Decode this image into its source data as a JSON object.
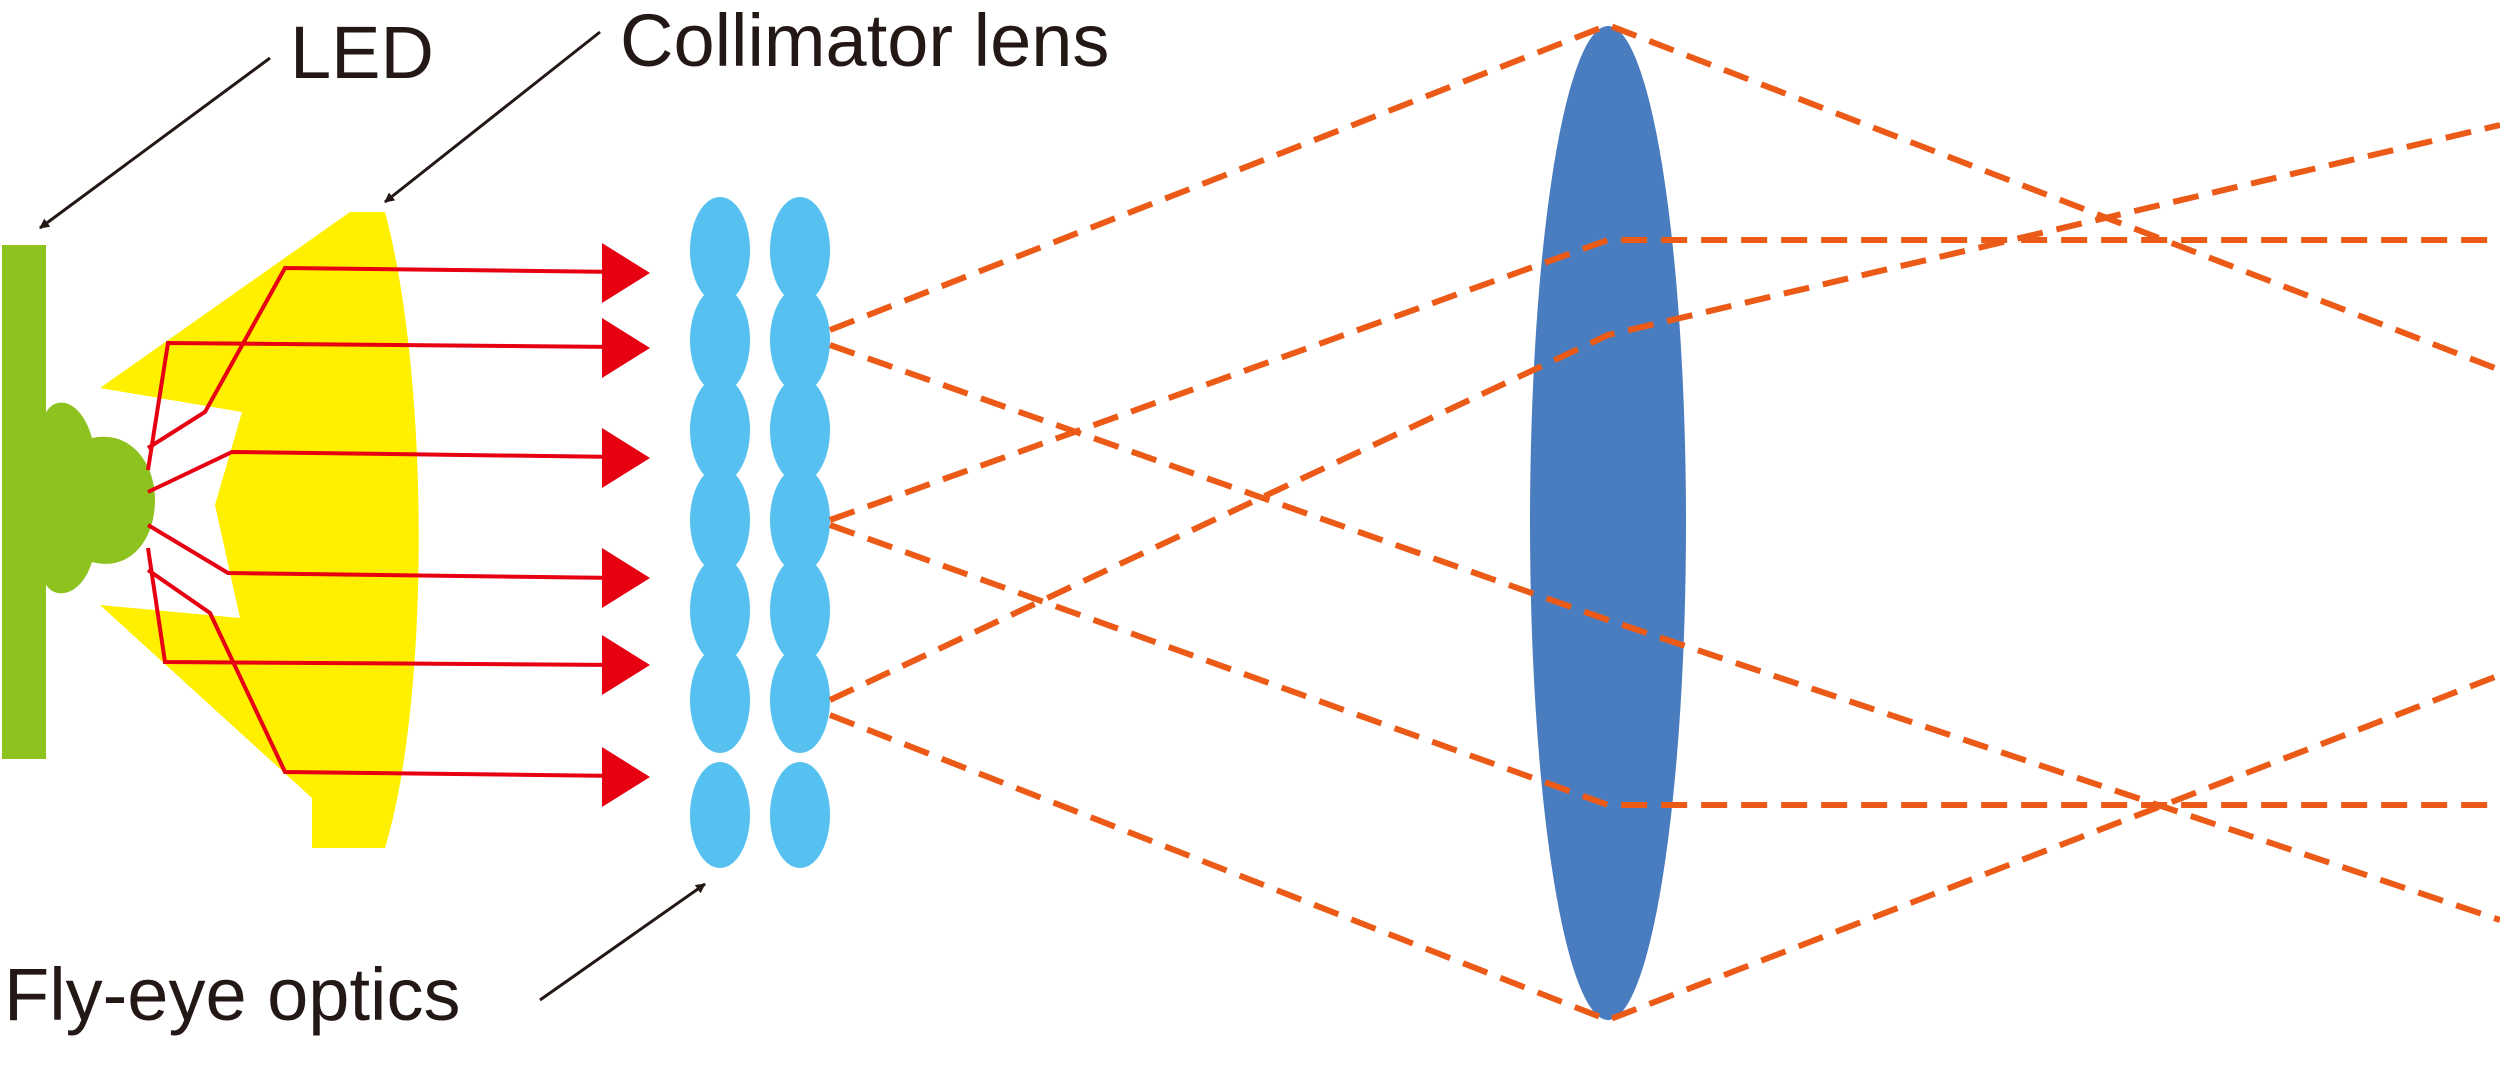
{
  "labels": {
    "led": "LED",
    "collimator": "Collimator lens",
    "flyeye": "Fly-eye optics"
  },
  "colors": {
    "led_green": "#8dc21f",
    "collimator_yellow": "#fff000",
    "ray_red": "#e60012",
    "flyeye_blue": "#56c1f0",
    "main_lens_blue": "#4a7dc0",
    "dashed_orange": "#eb5b17",
    "text": "#231815"
  },
  "icons": {
    "pointer_arrow": "arrow-icon",
    "ray_head": "triangle-arrowhead-icon"
  }
}
